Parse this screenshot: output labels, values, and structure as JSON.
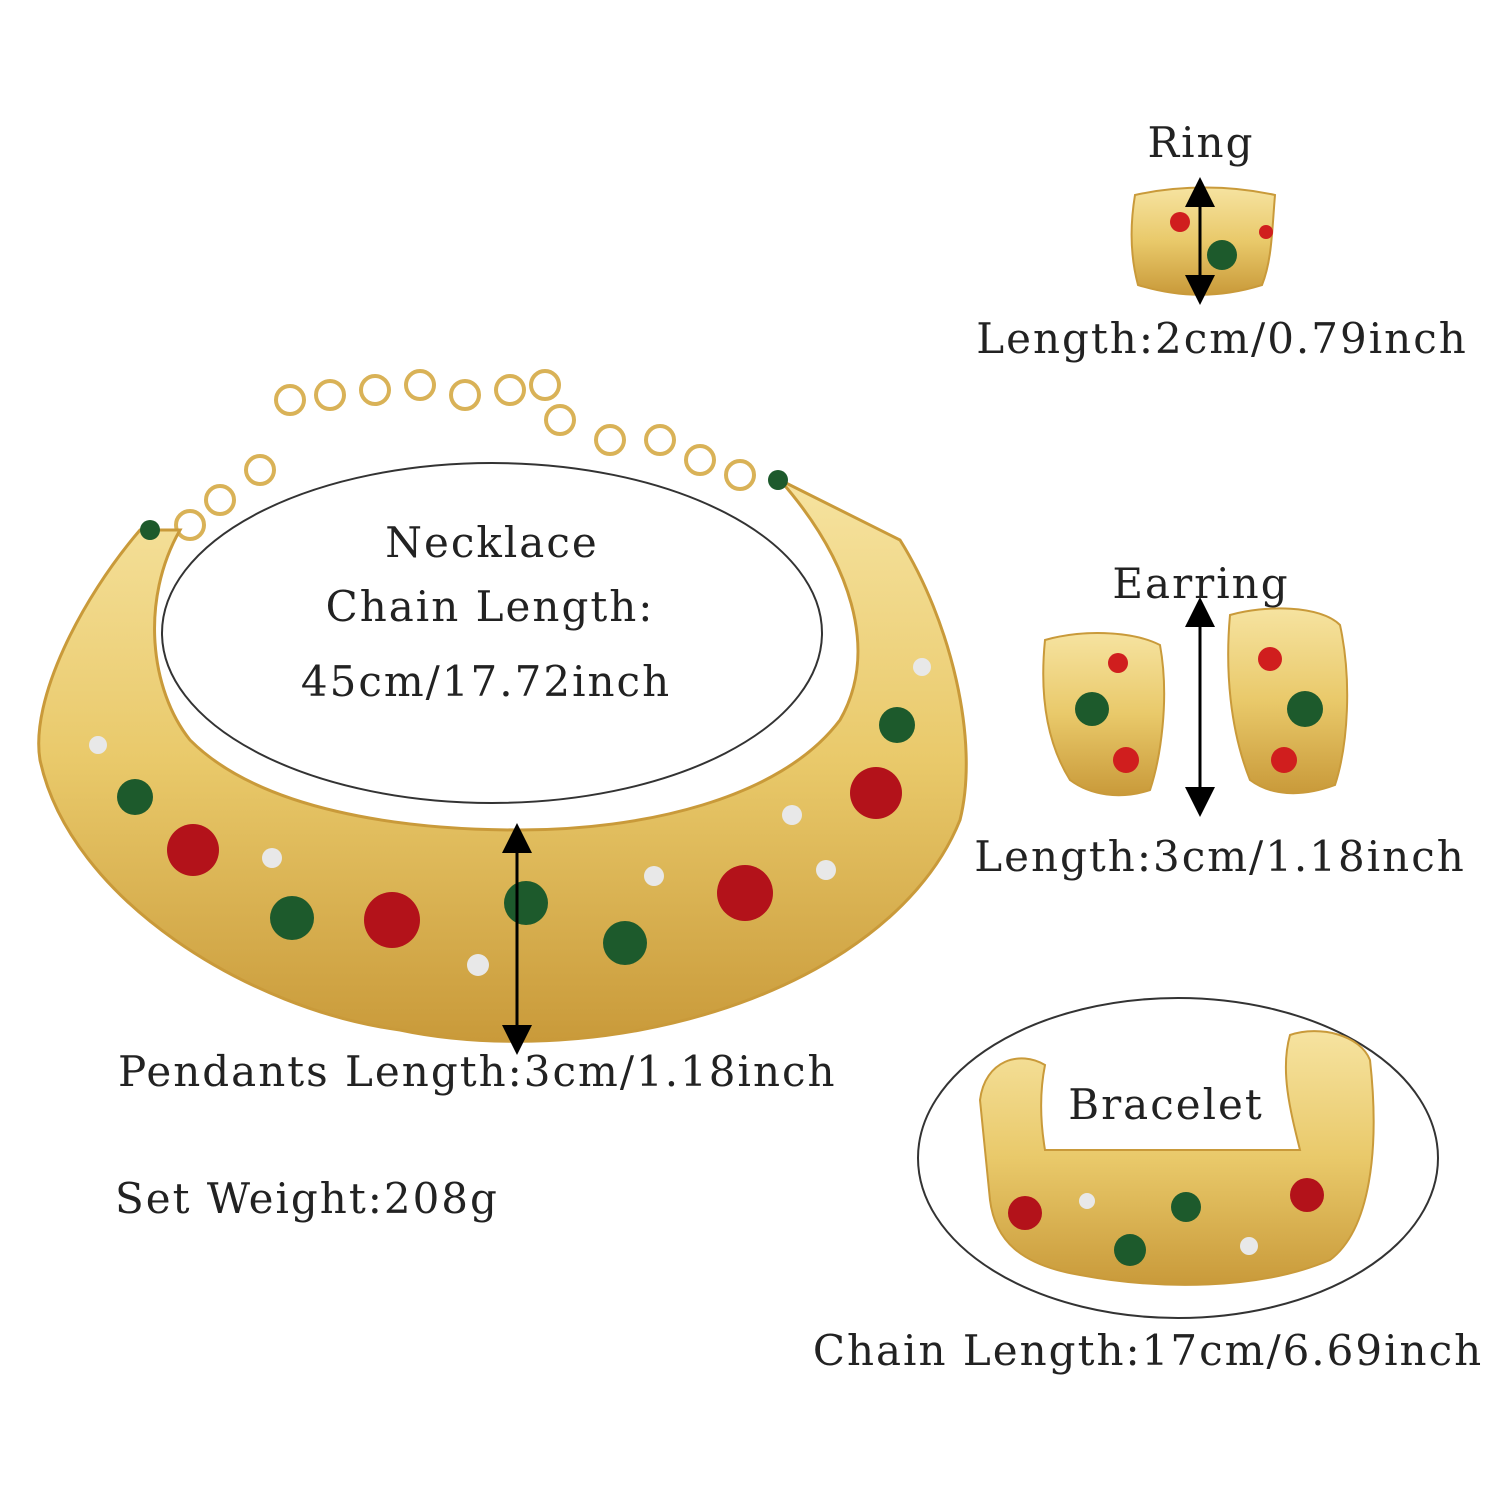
{
  "ring": {
    "title": "Ring",
    "length": "Length:2cm/0.79inch"
  },
  "necklace": {
    "title": "Necklace",
    "chain_label": "Chain Length:",
    "chain_value": "45cm/17.72inch",
    "pendants": "Pendants Length:3cm/1.18inch"
  },
  "earring": {
    "title": "Earring",
    "length": "Length:3cm/1.18inch"
  },
  "bracelet": {
    "title": "Bracelet",
    "length": "Chain Length:17cm/6.69inch"
  },
  "set_weight": "Set Weight:208g",
  "colors": {
    "gold": "#e9c96a",
    "gold_dark": "#c99a3a",
    "ruby": "#b3121a",
    "emerald": "#1d5a2c",
    "crystal": "#e8e8e8"
  }
}
